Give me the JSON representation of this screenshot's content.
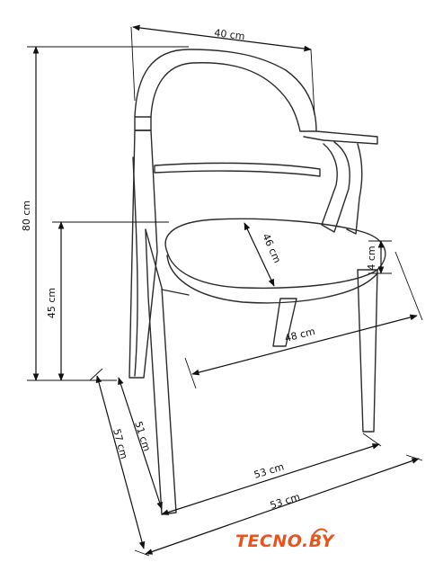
{
  "dimensions": {
    "width_top": "40 cm",
    "height_total": "80 cm",
    "seat_height": "45 cm",
    "seat_depth": "46 cm",
    "seat_thickness": "4 cm",
    "seat_width": "48 cm",
    "depth_inner": "51 cm",
    "depth_outer": "57 cm",
    "width_front": "53 cm",
    "width_base": "53 cm"
  },
  "logo": {
    "text": "TECNO.BY",
    "color": "#e8541e"
  },
  "colors": {
    "line": "#2b2b2b",
    "dimension": "#111111"
  }
}
